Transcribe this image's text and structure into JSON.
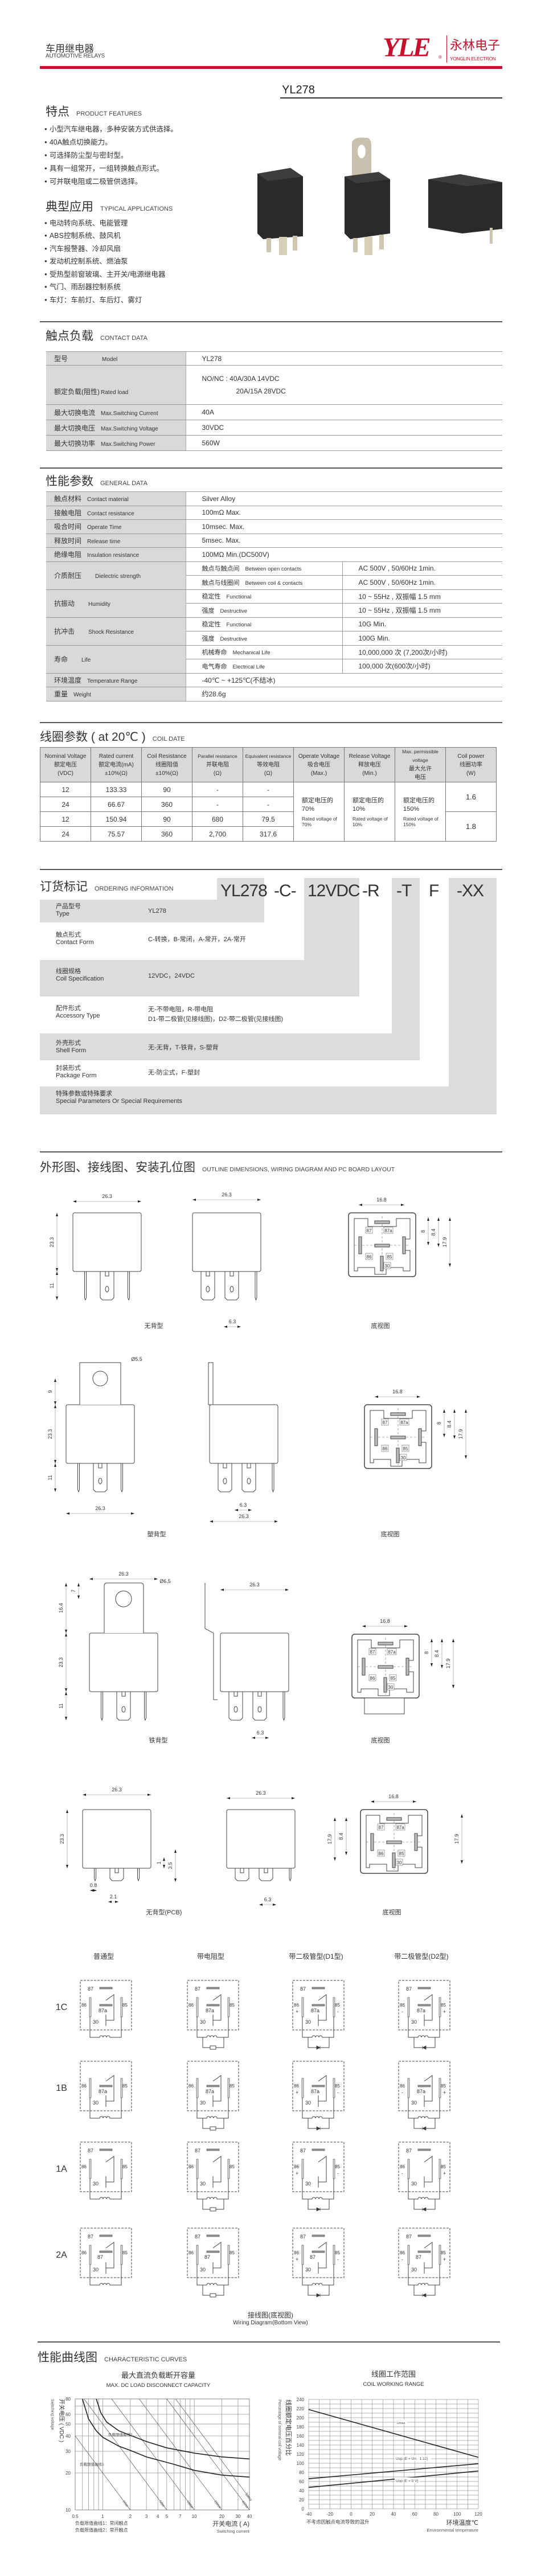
{
  "header": {
    "category_cn": "车用继电器",
    "category_en": "AUTOMOTIVE RELAYS",
    "logo_text": "YLE",
    "logo_cn": "永林电子",
    "logo_en": "YONGLIN ELECTRON",
    "brand_color": "#c8102e"
  },
  "product": {
    "model": "YL278"
  },
  "features": {
    "title_cn": "特点",
    "title_en": "PRODUCT FEATURES",
    "items": [
      "小型汽车继电器，多种安装方式供选择。",
      "40A触点切换能力。",
      "可选择防尘型与密封型。",
      "具有一组常开，一组转换触点形式。",
      "可并联电阻或二极管供选择。"
    ]
  },
  "applications": {
    "title_cn": "典型应用",
    "title_en": "TYPICAL APPLICATIONS",
    "items": [
      "电动转向系统、电能管理",
      "ABS控制系统、鼓风机",
      "汽车报警器、冷却风扇",
      "发动机控制系统、燃油泵",
      "受热型前窗玻璃、主开关/电源继电器",
      "气门、雨刮器控制系统",
      "车灯：车前灯、车后灯、雾灯"
    ]
  },
  "contact": {
    "title_cn": "触点负载",
    "title_en": "CONTACT DATA",
    "rows": [
      {
        "cn": "型号",
        "en": "Model",
        "value": "YL278"
      },
      {
        "cn": "额定负载(阻性)",
        "en": "Rated load",
        "value": "NO/NC : 40A/30A   14VDC",
        "value2": "20A/15A  28VDC"
      },
      {
        "cn": "最大切换电流",
        "en": "Max.Switching  Current",
        "value": "40A"
      },
      {
        "cn": "最大切换电压",
        "en": "Max.Switching  Voltage",
        "value": "30VDC"
      },
      {
        "cn": "最大切换功率",
        "en": "Max.Switching  Power",
        "value": "560W"
      }
    ]
  },
  "general": {
    "title_cn": "性能参数",
    "title_en": "GENERAL DATA",
    "rows": [
      {
        "cn": "触点材料",
        "en": "Contact material",
        "value": "Silver Alloy"
      },
      {
        "cn": "接触电阻",
        "en": "Contact resistance",
        "value": "100mΩ Max."
      },
      {
        "cn": "吸合时间",
        "en": "Operate  Time",
        "value": "10msec. Max."
      },
      {
        "cn": "释放时间",
        "en": "Release time",
        "value": "5msec. Max."
      },
      {
        "cn": "绝缘电阻",
        "en": "Insulation resistance",
        "value": "100MΩ Min.(DC500V)"
      }
    ],
    "groups": [
      {
        "cn": "介质耐压",
        "en": "Dielectric strength",
        "subs": [
          {
            "cn": "触点与触点间",
            "en": "Between open contacts",
            "value": "AC 500V , 50/60Hz 1min."
          },
          {
            "cn": "触点与线圈间",
            "en": "Between coil & contacts",
            "value": "AC 500V , 50/60Hz 1min."
          }
        ]
      },
      {
        "cn": "抗振动",
        "en": "Humidity",
        "subs": [
          {
            "cn": "稳定性",
            "en": "Functional",
            "value": "10 ~ 55Hz , 双振幅 1.5 mm"
          },
          {
            "cn": "强度",
            "en": "Destructive",
            "value": "10 ~ 55Hz , 双振幅 1.5 mm"
          }
        ]
      },
      {
        "cn": "抗冲击",
        "en": "Shock Resistance",
        "subs": [
          {
            "cn": "稳定性",
            "en": "Functional",
            "value": "10G Min."
          },
          {
            "cn": "强度",
            "en": "Destructive",
            "value": "100G Min."
          }
        ]
      },
      {
        "cn": "寿命",
        "en": "Life",
        "subs": [
          {
            "cn": "机械寿命",
            "en": "Mechanical Life",
            "value": "10,000,000 次 (7,200次/小时)"
          },
          {
            "cn": "电气寿命",
            "en": "Electrical  Life",
            "value": "100,000 次(600次/小时)"
          }
        ]
      }
    ],
    "tail": [
      {
        "cn": "环境温度",
        "en": "Temperature  Range",
        "value": "-40℃ ~ +125℃(不结冰)"
      },
      {
        "cn": "重量",
        "en": "Weight",
        "value": "约28.6g"
      }
    ]
  },
  "coil": {
    "title_cn": "线圈参数 ( at 20℃ )",
    "title_en": "COIL DATE",
    "headers": [
      [
        "Nominal Voltage",
        "额定电压",
        "(VDC)"
      ],
      [
        "Rated current",
        "额定电流(mA)",
        "±10%(Ω)"
      ],
      [
        "Coil Resistance",
        "线圈阻值",
        "±10%(Ω)"
      ],
      [
        "Parallel resistance",
        "并联电阻",
        "(Ω)"
      ],
      [
        "Equivalent resistance",
        "等效电阻",
        "(Ω)"
      ],
      [
        "Operate Voltage",
        "吸合电压",
        "(Max.)"
      ],
      [
        "Release Voltage",
        "释放电压",
        "(Min.)"
      ],
      [
        "Max. permissible voltage",
        "最大允许",
        "电压"
      ],
      [
        "Coil power",
        "线圈功率",
        "(W)"
      ]
    ],
    "rows": [
      [
        "12",
        "133.33",
        "90",
        "-",
        "-"
      ],
      [
        "24",
        "66.67",
        "360",
        "-",
        "-"
      ],
      [
        "12",
        "150.94",
        "90",
        "680",
        "79.5"
      ],
      [
        "24",
        "75.57",
        "360",
        "2,700",
        "317.6"
      ]
    ],
    "operate": {
      "cn": "额定电压的70%",
      "en": "Rated voltage of 70%"
    },
    "release": {
      "cn": "额定电压的10%",
      "en": "Rated voltage of 10%"
    },
    "max": {
      "cn": "额定电压的150%",
      "en": "Rated voltage of 150%"
    },
    "power": [
      "1.6",
      "1.8"
    ]
  },
  "ordering": {
    "title_cn": "订货标记",
    "title_en": "ORDERING INFORMATION",
    "codes": [
      "YL278",
      "-C-",
      "12VDC",
      "-R",
      "-T",
      "F",
      "-XX"
    ],
    "rows": [
      {
        "cn": "产品型号",
        "en": "Type",
        "value": "YL278"
      },
      {
        "cn": "触点形式",
        "en": "Contact Form",
        "value": "C-转换，B-常闭，A-常开，2A-常开"
      },
      {
        "cn": "线圈规格",
        "en": "Coil Specification",
        "value": "12VDC，24VDC"
      },
      {
        "cn": "配件形式",
        "en": "Accessory Type",
        "value": "无-不带电阻，R-带电阻",
        "value2": "D1-带二极管(见接线图)，D2-带二极管(见接线图)"
      },
      {
        "cn": "外壳形式",
        "en": "Shell Form",
        "value": "无-无背，T-铁背，S-塑背"
      },
      {
        "cn": "封装形式",
        "en": "Package Form",
        "value": "无-防尘式，F-塑封"
      },
      {
        "cn": "特殊参数或特殊要求",
        "en": "Special Parameters Or Special Requirements",
        "value": ""
      }
    ]
  },
  "outline": {
    "title_cn": "外形图、接线图、安装孔位图",
    "title_en": "OUTLINE DIMENSIONS, WIRING DIAGRAM AND PC BOARD LAYOUT",
    "captions": [
      "无背型",
      "塑背型",
      "铁背型",
      "无背型(PCB)"
    ],
    "bottom_caption": "底视图",
    "dims": {
      "width": "26.3",
      "height": "23.3",
      "pin": "11",
      "pitch": "6.3",
      "bw": "16.8",
      "b8": "8",
      "b84": "8.4",
      "b179": "17.9",
      "hole1": "Ø5.5",
      "tab1": "9",
      "hole2": "Ø6.5",
      "tab2a": "7",
      "tab2b": "16.4",
      "pcb1": "1",
      "pcb35": "3.5",
      "pcb08": "0.8",
      "pcb21": "2.1"
    },
    "terminals": [
      "87",
      "87a",
      "86",
      "85",
      "30"
    ]
  },
  "wiring": {
    "columns": [
      "普通型",
      "带电阻型",
      "带二极管型(D1型)",
      "带二极管型(D2型)"
    ],
    "rows": [
      "1C",
      "1B",
      "1A",
      "2A"
    ],
    "caption_cn": "接线图(底视图)",
    "caption_en": "Wiring Diagram(Bottom View)"
  },
  "curves": {
    "title_cn": "性能曲线图",
    "title_en": "CHARACTERISTIC CURVES"
  },
  "chart_data": [
    {
      "type": "line",
      "title": "最大直流负载断开容量",
      "subtitle": "MAX. DC LOAD DISCONNECT CAPACITY",
      "xlabel": "开关电流 ( A)",
      "xlabel_en": "Switching current",
      "ylabel": "开关电压 ( VDC )",
      "ylabel_en": "Switching voltage",
      "xscale": "log",
      "yscale": "log",
      "xlim": [
        0.5,
        40
      ],
      "ylim": [
        10,
        80
      ],
      "xticks": [
        "0.5",
        "1",
        "2",
        "3",
        "4",
        "5",
        "7",
        "10",
        "20",
        "30",
        "40"
      ],
      "xtick_values": [
        0.5,
        1,
        2,
        3,
        4,
        5,
        7,
        10,
        20,
        30,
        40
      ],
      "yticks": [
        "10",
        "20",
        "30",
        "40",
        "50",
        "60",
        "80"
      ],
      "ytick_values": [
        10,
        20,
        30,
        40,
        50,
        60,
        80
      ],
      "series": [
        {
          "name": "负载限值曲线1",
          "label": "负载限值\n曲线1",
          "x": [
            0.6,
            0.7,
            0.85,
            1,
            1.5,
            2,
            3,
            4,
            6,
            10,
            20,
            40
          ],
          "y": [
            80,
            55,
            44,
            39,
            33,
            30.5,
            27,
            25.5,
            23.5,
            21,
            19.2,
            18.5
          ]
        },
        {
          "name": "负载限值曲线2",
          "label": "负载限值\n曲线2",
          "x": [
            0.85,
            0.95,
            1.1,
            1.5,
            2,
            3,
            5,
            7,
            10,
            20,
            40
          ],
          "y": [
            80,
            62,
            52,
            44,
            40.5,
            36,
            32,
            30.5,
            29,
            27,
            26
          ]
        }
      ],
      "power_lines": [
        {
          "label": "20W",
          "watts": 20
        },
        {
          "label": "50W",
          "watts": 50
        },
        {
          "label": "100W",
          "watts": 100
        },
        {
          "label": "200W",
          "watts": 200
        },
        {
          "label": "400W",
          "watts": 400
        },
        {
          "label": "500W",
          "watts": 500
        }
      ],
      "notes": [
        "负载限值曲线1：常闭触点",
        "负载限值曲线2：常开触点"
      ]
    },
    {
      "type": "line",
      "title": "线圈工作范围",
      "subtitle": "COIL WORKING RANGE",
      "xlabel": "环境温度℃",
      "xlabel_en": "Environmental temperature",
      "ylabel": "线圈额定电压百分比",
      "ylabel_en": "Percentage of nominal coil voltage",
      "xlim": [
        -40,
        120
      ],
      "ylim": [
        0,
        240
      ],
      "xticks": [
        "-40",
        "-20",
        "0",
        "20",
        "40",
        "60",
        "80",
        "100",
        "120"
      ],
      "yticks": [
        "0",
        "20",
        "40",
        "60",
        "80",
        "100",
        "120",
        "140",
        "160",
        "180",
        "200",
        "220",
        "240"
      ],
      "series": [
        {
          "name": "Umax",
          "x": [
            -40,
            120
          ],
          "y": [
            218,
            113
          ]
        },
        {
          "name": "Uop (E = Un · 1.12)",
          "x": [
            -40,
            120
          ],
          "y": [
            66,
            99
          ]
        },
        {
          "name": "Uop (E = 0 V)",
          "x": [
            -40,
            120
          ],
          "y": [
            47,
            83
          ]
        }
      ],
      "note": "不考虑因触点电流导致的温升"
    }
  ]
}
